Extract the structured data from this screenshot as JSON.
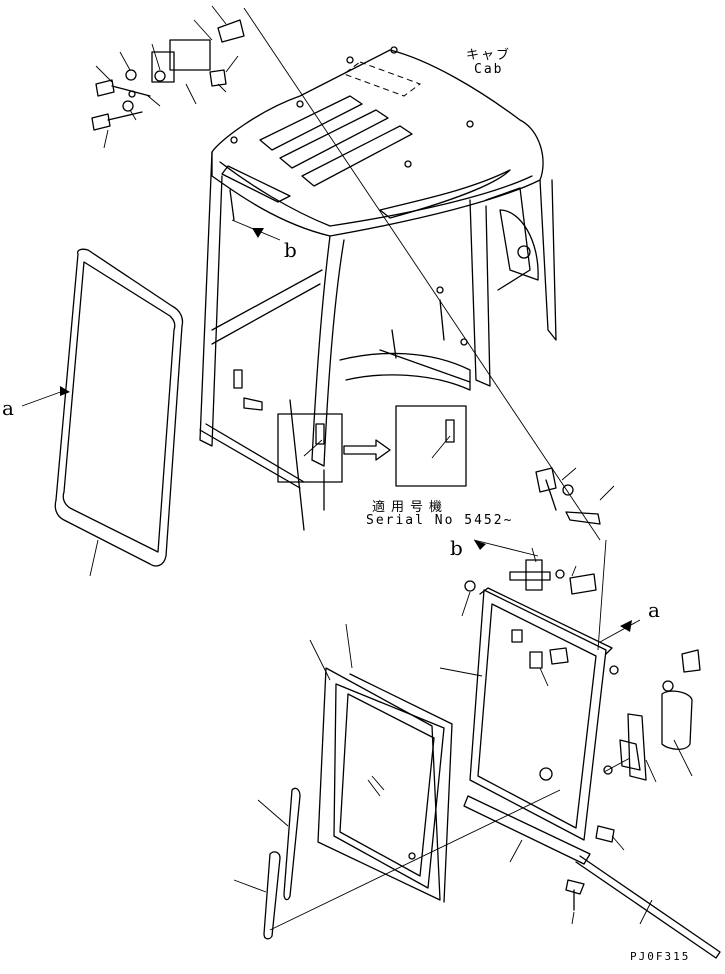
{
  "labels": {
    "cab_jp": "キャブ",
    "cab_en": "Cab",
    "serial_jp": "適用号機",
    "serial_en": "Serial No 5452~",
    "ref_a_left": "a",
    "ref_a_right": "a",
    "ref_b_top": "b",
    "ref_b_mid": "b",
    "drawing_code": "PJ0F315"
  }
}
